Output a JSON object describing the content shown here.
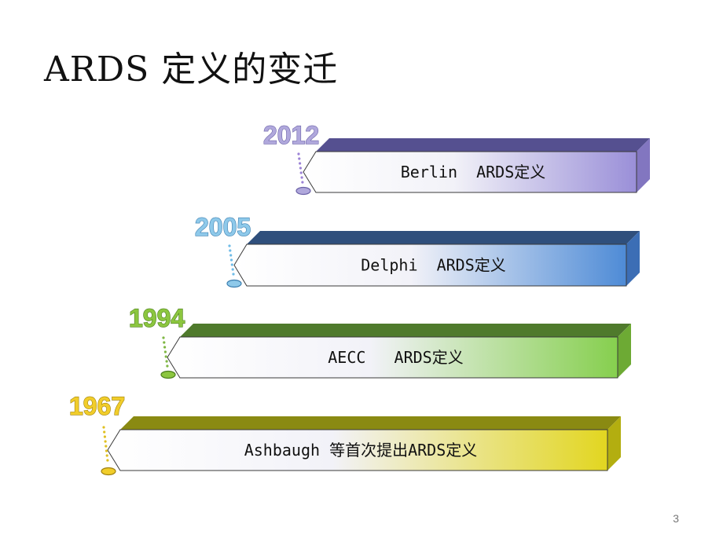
{
  "slide": {
    "title": "ARDS  定义的变迁",
    "page_number": "3"
  },
  "timeline": [
    {
      "year": "2012",
      "label": "Berlin  ARDS定义",
      "colors": {
        "top": "#555090",
        "end": "#8276C0",
        "grad_end": "#9A8FD8",
        "year_fill": "#B0A8DC",
        "year_stroke": "#6C63A8",
        "dots": "#9C82D6"
      }
    },
    {
      "year": "2005",
      "label": "Delphi  ARDS定义",
      "colors": {
        "top": "#2F4F7C",
        "end": "#3C6EB5",
        "grad_end": "#4E8BD6",
        "year_fill": "#8EC9EA",
        "year_stroke": "#3D7FB0",
        "dots": "#6FBCE8"
      }
    },
    {
      "year": "1994",
      "label": "AECC   ARDS定义",
      "colors": {
        "top": "#4F7A2C",
        "end": "#6DAA34",
        "grad_end": "#86CF4E",
        "year_fill": "#8CC63F",
        "year_stroke": "#4C7F1E",
        "dots": "#7FB743"
      }
    },
    {
      "year": "1967",
      "label": "Ashbaugh 等首次提出ARDS定义",
      "colors": {
        "top": "#8A8A12",
        "end": "#B3AE10",
        "grad_end": "#E2D620",
        "year_fill": "#F1CD2A",
        "year_stroke": "#A08210",
        "dots": "#E0C020"
      }
    }
  ]
}
